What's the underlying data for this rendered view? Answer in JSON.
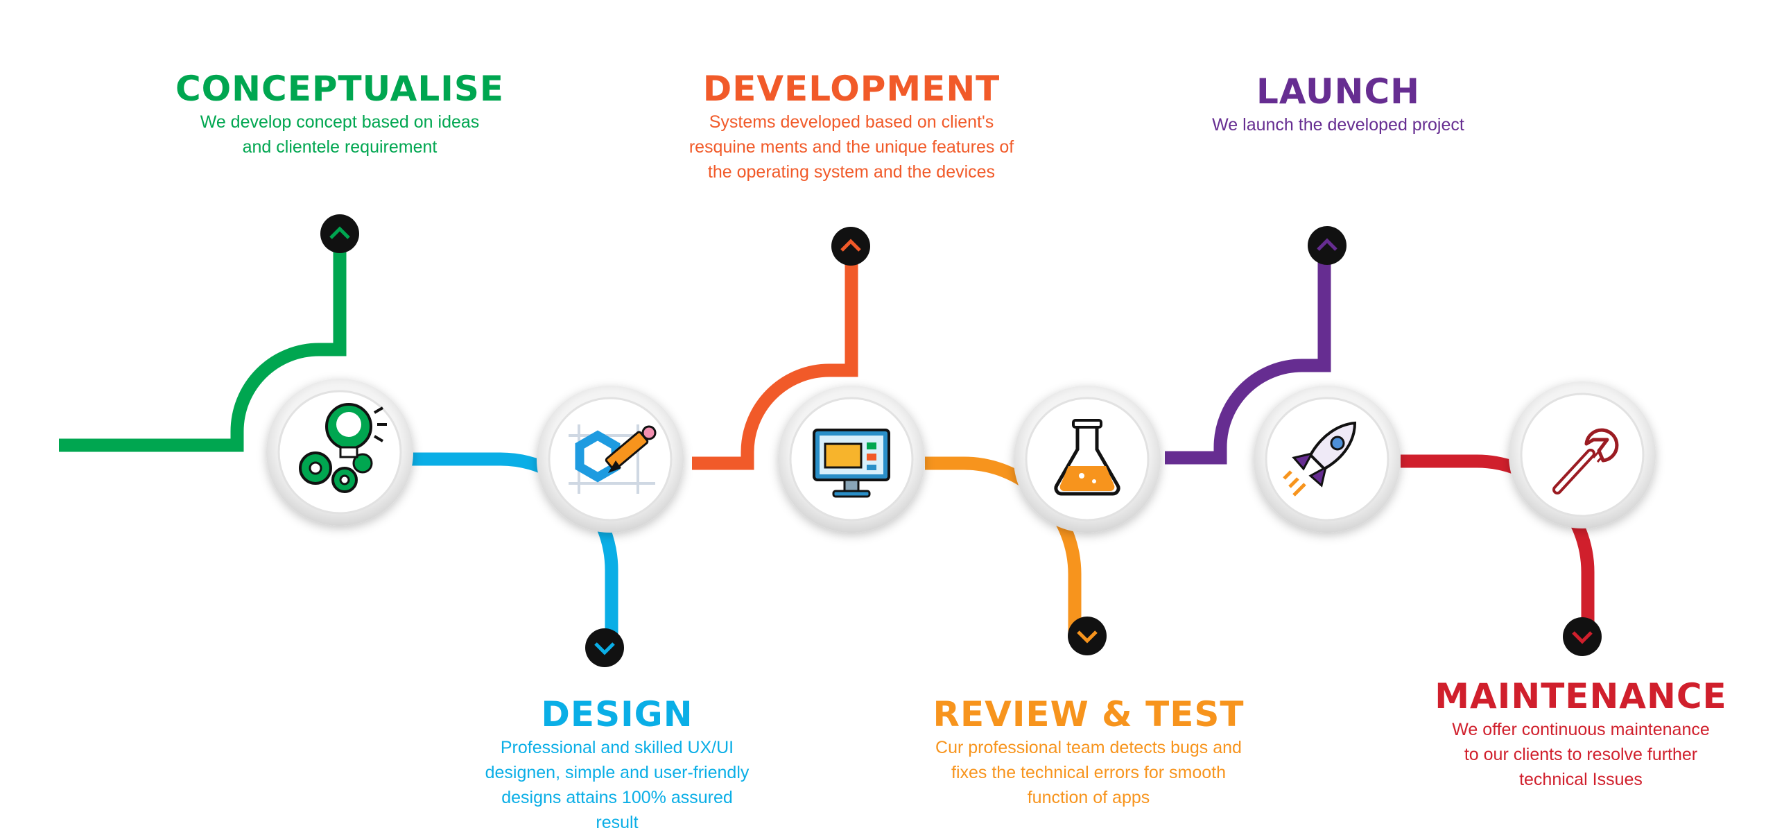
{
  "steps": [
    {
      "title": "CONCEPTUALISE",
      "description": "We develop concept based on ideas\nand clientele requirement",
      "color": "#00a650",
      "icon": "lightbulb-gears-icon",
      "arrow": "up"
    },
    {
      "title": "DESIGN",
      "description": "Professional and skilled UX/UI\ndesignen, simple and user-friendly\ndesigns attains 100% assured\nresult",
      "color": "#0aaee6",
      "icon": "pencil-hexagon-icon",
      "arrow": "down"
    },
    {
      "title": "DEVELOPMENT",
      "description": "Systems developed based on client's\nresquine ments and the unique features of\nthe operating system and the devices",
      "color": "#f15a29",
      "icon": "monitor-code-icon",
      "arrow": "up"
    },
    {
      "title": "REVIEW & TEST",
      "description": "Cur professional team detects bugs and\nfixes the technical errors for smooth\nfunction of apps",
      "color": "#f7941d",
      "icon": "flask-icon",
      "arrow": "down"
    },
    {
      "title": "LAUNCH",
      "description": "We launch the developed project",
      "color": "#662d91",
      "icon": "rocket-icon",
      "arrow": "up"
    },
    {
      "title": "MAINTENANCE",
      "description": "We offer continuous maintenance\nto our clients to resolve further\ntechnical Issues",
      "color": "#d01f2c",
      "icon": "wrench-icon",
      "arrow": "down"
    }
  ]
}
